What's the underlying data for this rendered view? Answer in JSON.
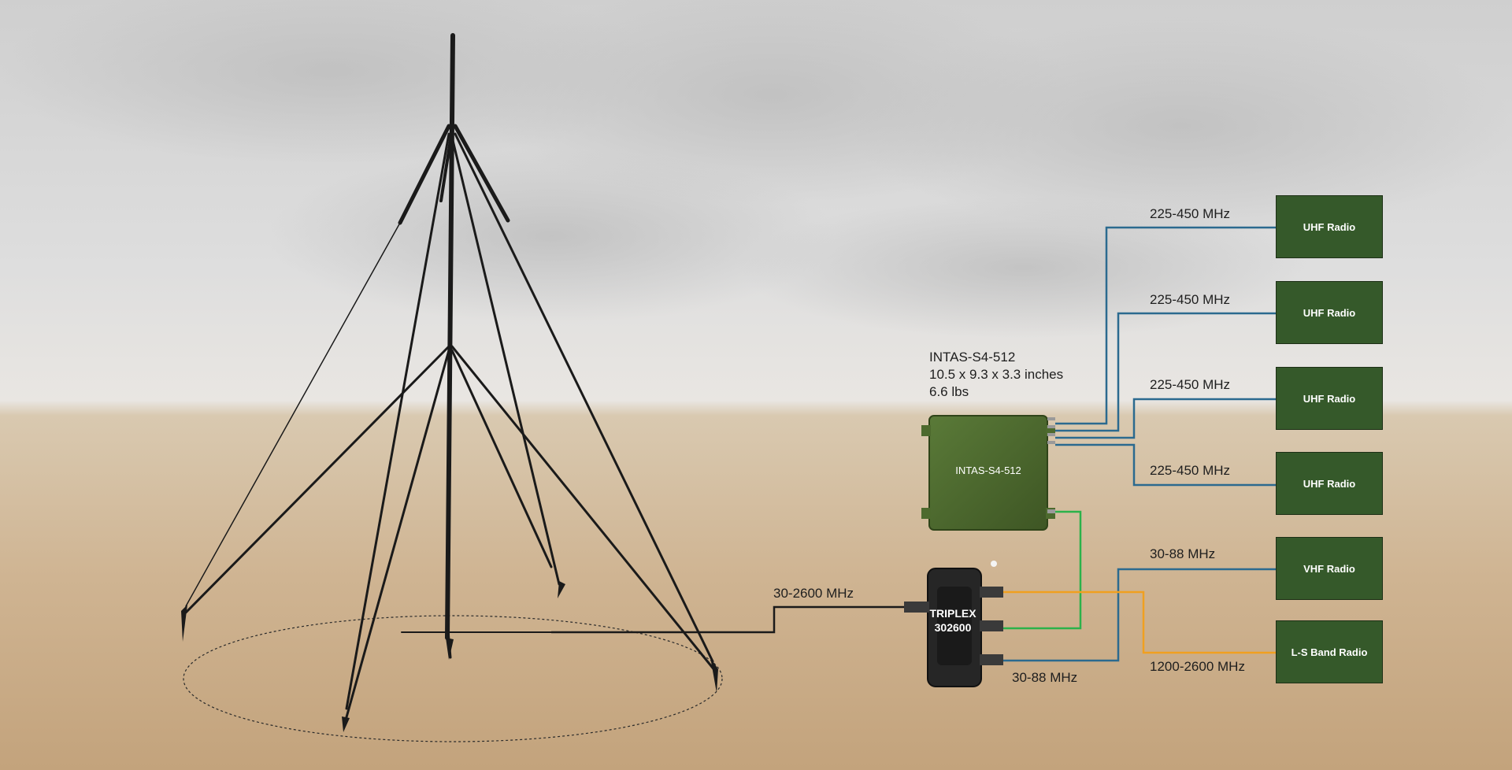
{
  "colors": {
    "uhf_line": "#2b6a8f",
    "vhf_line": "#2b6a8f",
    "lband_line": "#f0a020",
    "intas_link_line": "#2bb24a",
    "feed_line": "#1a1a1a",
    "radio_box": "#35592a",
    "intas_box": "#4d6a2e",
    "triplex_box": "#262626"
  },
  "antenna": {
    "feed_label": "30-2600 MHz"
  },
  "intas": {
    "name": "INTAS-S4-512",
    "dimensions": "10.5 x 9.3 x 3.3 inches",
    "weight": "6.6 lbs",
    "body_label": "INTAS-S4-512"
  },
  "triplex": {
    "line1": "TRIPLEX",
    "line2": "302600"
  },
  "radios": [
    {
      "label": "UHF Radio",
      "band": "225-450 MHz"
    },
    {
      "label": "UHF Radio",
      "band": "225-450 MHz"
    },
    {
      "label": "UHF Radio",
      "band": "225-450 MHz"
    },
    {
      "label": "UHF Radio",
      "band": "225-450 MHz"
    },
    {
      "label": "VHF Radio",
      "band": "30-88 MHz"
    },
    {
      "label": "L-S Band Radio",
      "band": "1200-2600 MHz"
    }
  ],
  "triplex_vhf_label": "30-88 MHz"
}
